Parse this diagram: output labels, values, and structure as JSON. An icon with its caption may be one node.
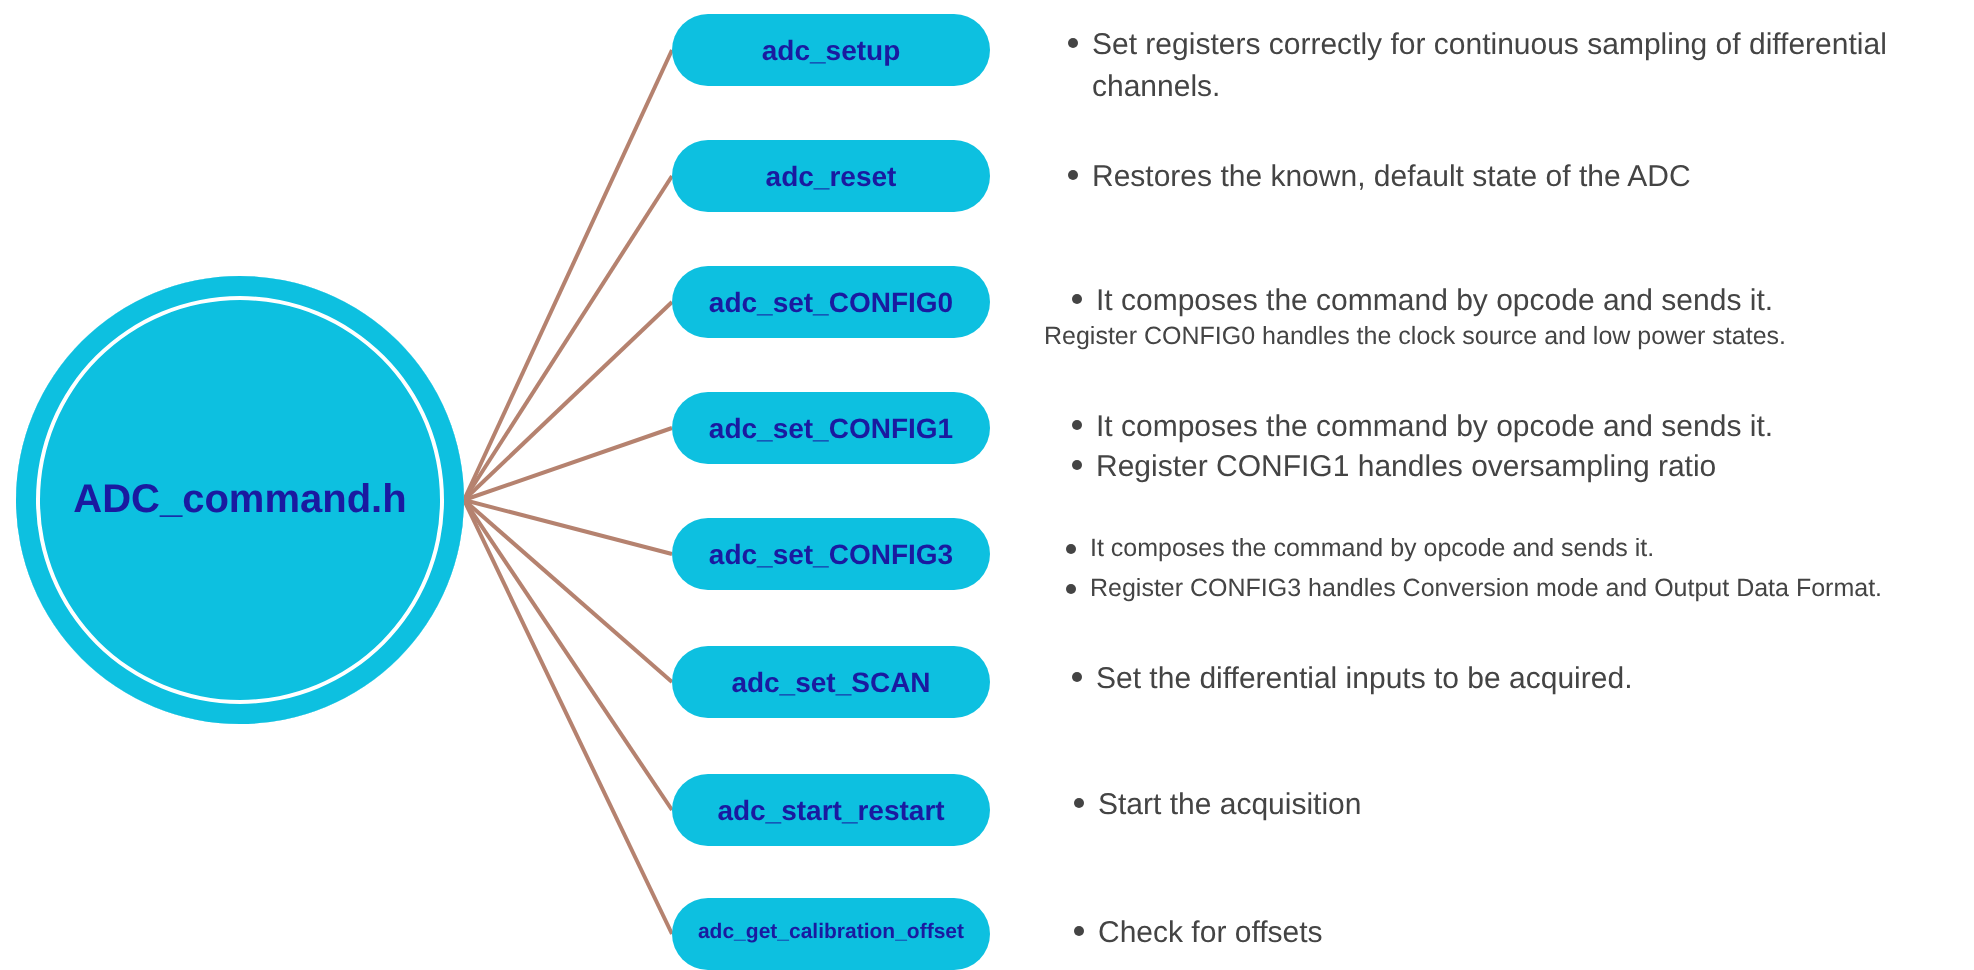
{
  "diagram": {
    "nodes": [
      {
        "text": [
          "ADC_command.h"
        ]
      },
      {
        "text": [
          "adc_setup"
        ],
        "beside": [
          "Set registers correctly for continuous sampling of differential channels."
        ]
      },
      {
        "text": [
          "adc_reset"
        ],
        "beside": [
          "Restores the known, default state of the ADC"
        ]
      },
      {
        "text": [
          "adc_set_CONFIG0"
        ],
        "beside": [
          "It composes the command by opcode and sends it.",
          "Register CONFIG0 handles the clock source and low power states."
        ]
      },
      {
        "text": [
          "adc_set_CONFIG1"
        ],
        "beside": [
          "It composes the command by opcode and sends it.",
          "Register CONFIG1 handles oversampling ratio"
        ]
      },
      {
        "text": [
          "adc_set_CONFIG3"
        ],
        "beside": [
          "It composes the command by opcode and sends it.",
          "Register CONFIG3 handles Conversion mode and Output Data Format."
        ]
      },
      {
        "text": [
          "adc_set_SCAN"
        ],
        "beside": [
          "Set the differential inputs to be acquired."
        ]
      },
      {
        "text": [
          "adc_start_restart"
        ],
        "beside": [
          "Start the acquisition"
        ]
      },
      {
        "text": [
          "adc_get_calibration_offset"
        ],
        "beside": [
          "Check for offsets"
        ]
      }
    ],
    "edges": [
      {
        "from": 0,
        "to": 1,
        "arrow": "none"
      },
      {
        "from": 0,
        "to": 2,
        "arrow": "none"
      },
      {
        "from": 0,
        "to": 3,
        "arrow": "none"
      },
      {
        "from": 0,
        "to": 4,
        "arrow": "none"
      },
      {
        "from": 0,
        "to": 5,
        "arrow": "none"
      },
      {
        "from": 0,
        "to": 6,
        "arrow": "none"
      },
      {
        "from": 0,
        "to": 7,
        "arrow": "none"
      },
      {
        "from": 0,
        "to": 8,
        "arrow": "none"
      }
    ]
  }
}
